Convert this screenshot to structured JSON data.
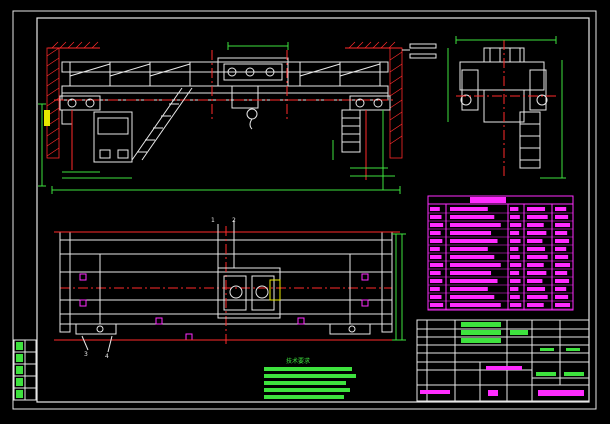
{
  "drawing": {
    "notes_title": "技术要求",
    "notes": [
      "",
      "",
      "",
      "",
      ""
    ],
    "title_block": {
      "drawing_name": "",
      "view_label": "",
      "company": ""
    },
    "parameter_table": {
      "title": ""
    },
    "balloons": {
      "top_left_1": "1",
      "top_left_2": "2",
      "bottom_1": "3",
      "bottom_2": "4"
    }
  },
  "colors": {
    "background": "#000000",
    "frame": "#e8e8e8",
    "geometry": "#e8e8e8",
    "dimension": "#3ee23e",
    "centerline": "#ff2a2a",
    "table": "#ff2cff",
    "accent": "#e8e800"
  }
}
